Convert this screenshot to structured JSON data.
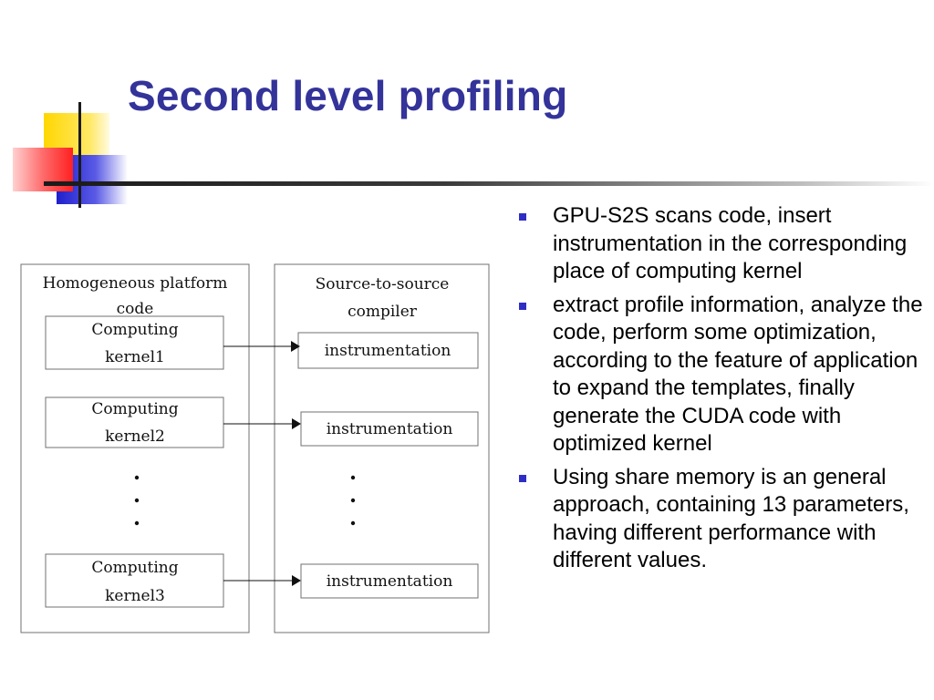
{
  "slide": {
    "title": "Second level profiling"
  },
  "diagram": {
    "left_panel": {
      "label": [
        "Homogeneous platform",
        "code"
      ],
      "kernels": [
        [
          "Computing",
          "kernel1"
        ],
        [
          "Computing",
          "kernel2"
        ],
        [
          "Computing",
          "kernel3"
        ]
      ]
    },
    "right_panel": {
      "label": [
        "Source-to-source",
        "compiler"
      ],
      "steps": [
        "instrumentation",
        "instrumentation",
        "instrumentation"
      ]
    }
  },
  "bullets": [
    "GPU-S2S scans code, insert instrumentation in the corresponding place of computing kernel",
    "extract profile information, analyze the code, perform some optimization, according to the feature of application to expand the templates, finally generate the CUDA code with optimized kernel",
    "Using share memory is an general approach, containing 13 parameters, having different performance with different values."
  ],
  "colors": {
    "title": "#33339a",
    "bullet": "#2e2ec4",
    "deco_yellow": "#ffd700",
    "deco_blue": "#2f2fd6",
    "deco_red": "#ff3b3b"
  }
}
